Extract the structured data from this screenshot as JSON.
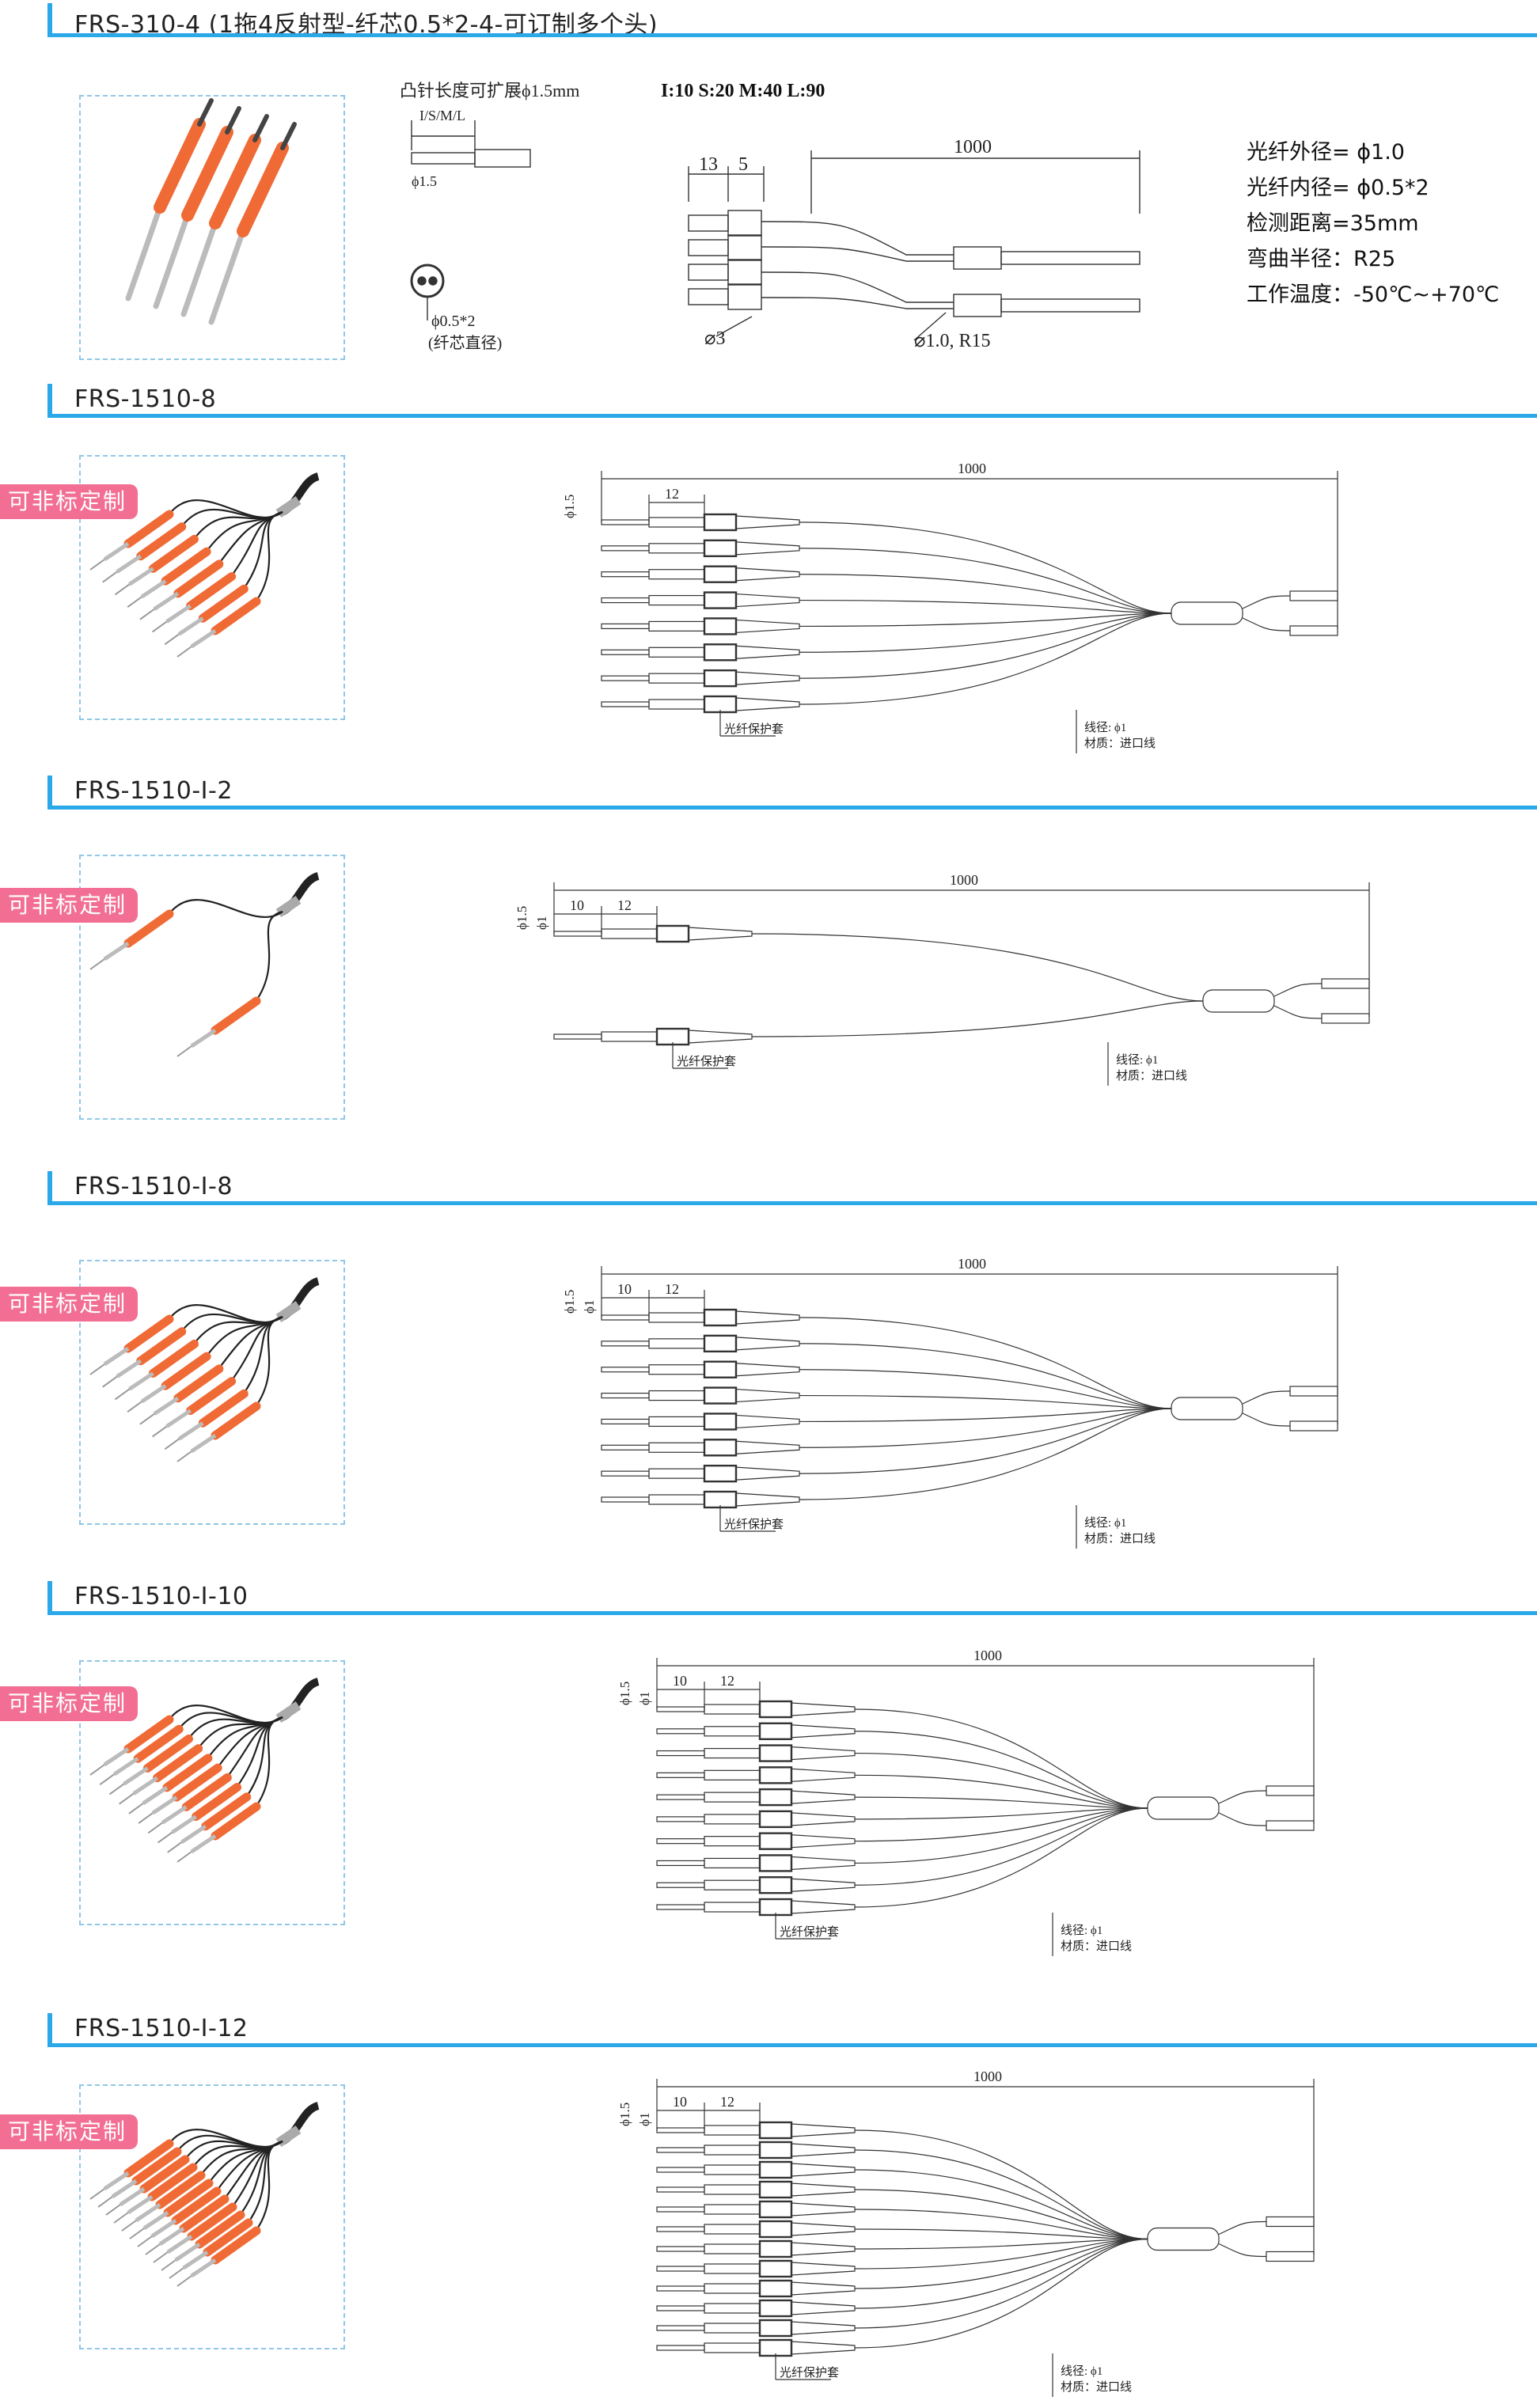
{
  "sections": [
    {
      "title": "FRS-310-4 (1拖4反射型-纤芯0.5*2-4-可订制多个头)",
      "diagram": {
        "pin_note": "凸针长度可扩展ϕ1.5mm",
        "pin_sizes": "I:10   S:20   M:40   L:90",
        "pin_label": "I/S/M/L",
        "pin_dia": "ϕ1.5",
        "core_dia": "ϕ0.5*2",
        "core_caption": "(纤芯直径)",
        "dim_13": "13",
        "dim_5": "5",
        "dim_len": "1000",
        "dim_d3": "⌀3",
        "dim_tail": "⌀1.0, R15"
      },
      "specs": [
        "光纤外径= ϕ1.0",
        "光纤内径= ϕ0.5*2",
        "检测距离=35mm",
        "弯曲半径：R25",
        "工作温度：-50℃~+70℃"
      ]
    },
    {
      "title": "FRS-1510-8",
      "badge": "可非标定制",
      "diagram": {
        "dim_len": "1000",
        "dim_12": "12",
        "dim_d15": "ϕ1.5",
        "sleeve": "光纤保护套",
        "line_dia": "线径: ϕ1",
        "material": "材质：进口线"
      }
    },
    {
      "title": "FRS-1510-I-2",
      "badge": "可非标定制",
      "diagram": {
        "dim_len": "1000",
        "dim_10": "10",
        "dim_12": "12",
        "dim_d15": "ϕ1.5",
        "dim_d1": "ϕ1",
        "sleeve": "光纤保护套",
        "line_dia": "线径: ϕ1",
        "material": "材质：进口线"
      }
    },
    {
      "title": "FRS-1510-I-8",
      "badge": "可非标定制",
      "diagram": {
        "dim_len": "1000",
        "dim_10": "10",
        "dim_12": "12",
        "dim_d15": "ϕ1.5",
        "dim_d1": "ϕ1",
        "sleeve": "光纤保护套",
        "line_dia": "线径: ϕ1",
        "material": "材质：进口线"
      }
    },
    {
      "title": "FRS-1510-I-10",
      "badge": "可非标定制",
      "diagram": {
        "dim_len": "1000",
        "dim_10": "10",
        "dim_12": "12",
        "dim_d15": "ϕ1.5",
        "dim_d1": "ϕ1",
        "sleeve": "光纤保护套",
        "line_dia": "线径: ϕ1",
        "material": "材质：进口线"
      }
    },
    {
      "title": "FRS-1510-I-12",
      "badge": "可非标定制",
      "diagram": {
        "dim_len": "1000",
        "dim_10": "10",
        "dim_12": "12",
        "dim_d15": "ϕ1.5",
        "dim_d1": "ϕ1",
        "sleeve": "光纤保护套",
        "line_dia": "线径: ϕ1",
        "material": "材质：进口线"
      }
    }
  ],
  "colors": {
    "accent": "#2aa8e8",
    "badge": "#f26f93",
    "probe": "#f06a35"
  }
}
